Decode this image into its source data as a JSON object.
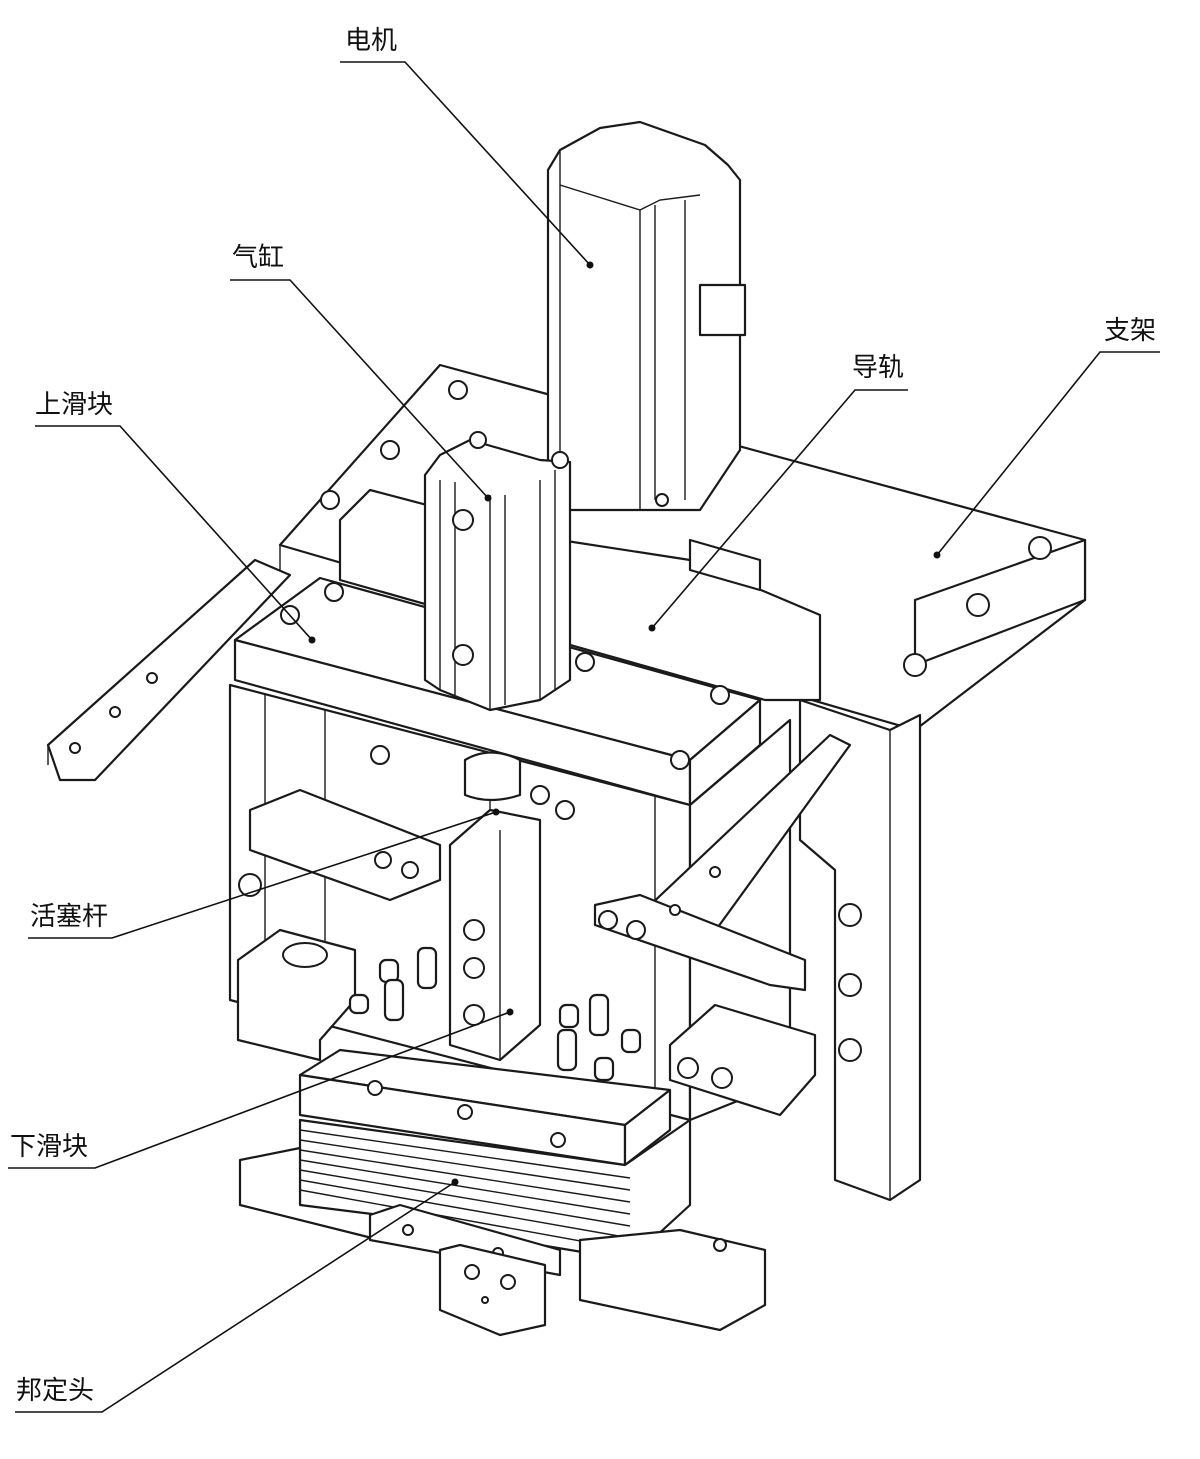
{
  "callouts": {
    "motor": "电机",
    "cylinder": "气缸",
    "upper_slider": "上滑块",
    "guide_rail": "导轨",
    "bracket": "支架",
    "piston_rod": "活塞杆",
    "lower_slider": "下滑块",
    "bonding_head": "邦定头"
  }
}
